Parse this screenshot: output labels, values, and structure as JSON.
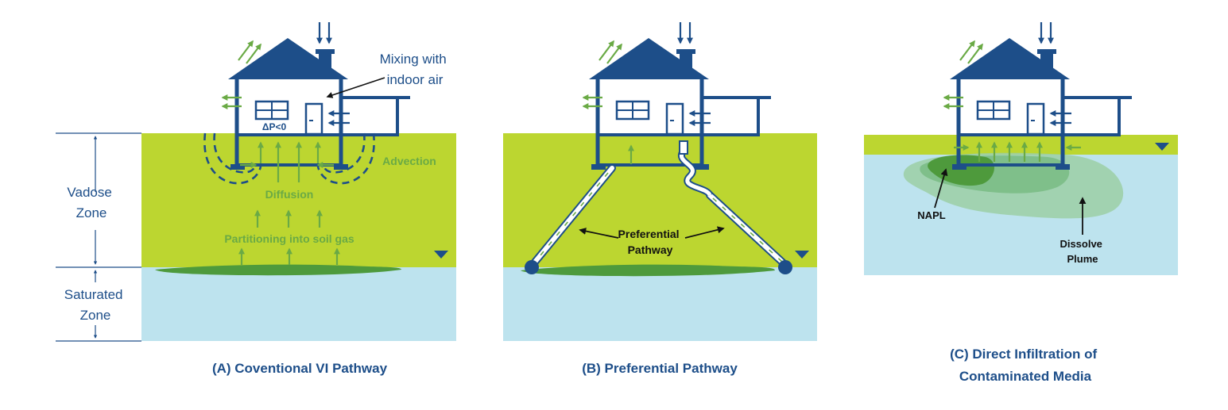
{
  "zones": {
    "vadose": [
      "Vadose",
      "Zone"
    ],
    "saturated": [
      "Saturated",
      "Zone"
    ]
  },
  "panel_a": {
    "mixing": [
      "Mixing with",
      "indoor air"
    ],
    "pressure": "ΔP<0",
    "advection": "Advection",
    "diffusion": "Diffusion",
    "partitioning": "Partitioning into soil gas",
    "caption": "(A) Coventional VI Pathway"
  },
  "panel_b": {
    "preferential": [
      "Preferential",
      "Pathway"
    ],
    "caption": "(B) Preferential Pathway"
  },
  "panel_c": {
    "napl": "NAPL",
    "plume": [
      "Dissolve",
      "Plume"
    ],
    "caption": [
      "(C) Direct Infiltration of",
      "Contaminated Media"
    ]
  },
  "colors": {
    "navy": "#1d4e89",
    "soil": "#bcd630",
    "water": "#bde3ee",
    "arrow_green": "#6aaa45",
    "contaminant": "#4e9a3c"
  }
}
